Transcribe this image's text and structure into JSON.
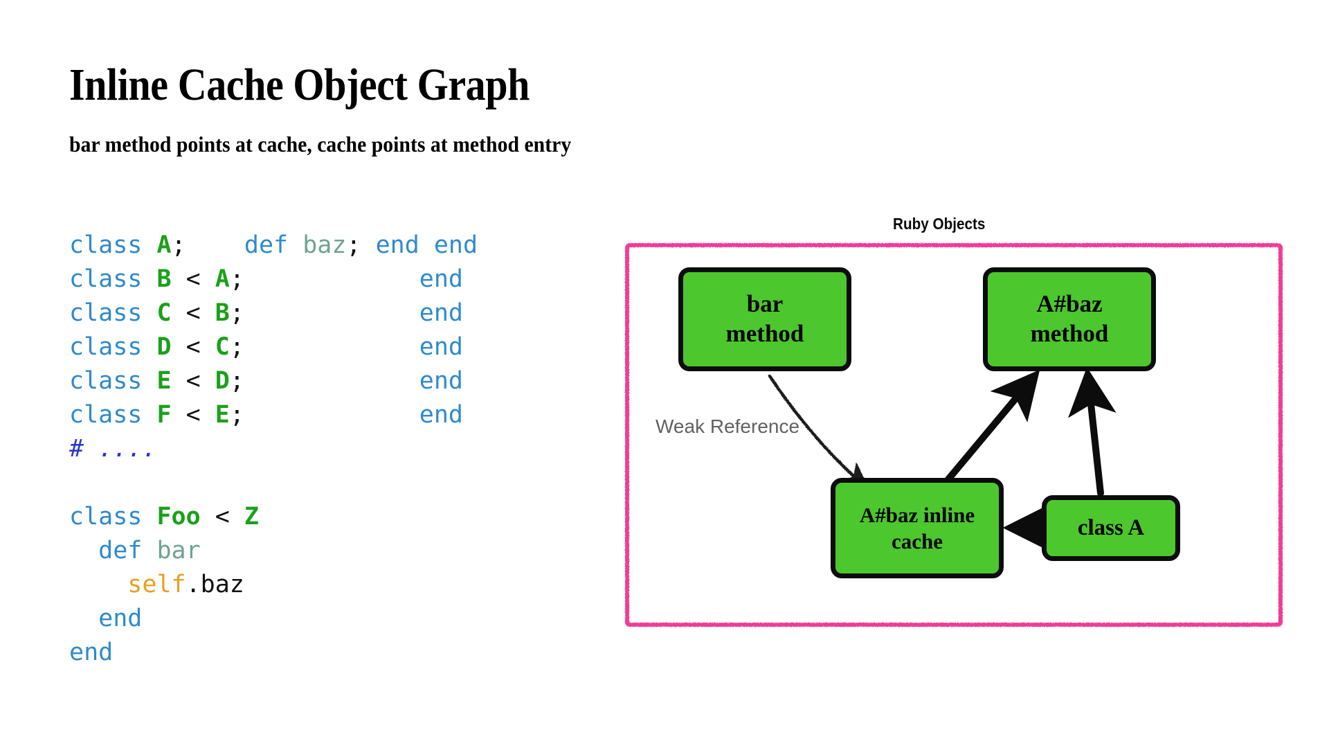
{
  "slide": {
    "title": "Inline Cache Object Graph",
    "subtitle": "bar method points at cache, cache points at method entry"
  },
  "code": {
    "language": "ruby",
    "lines": [
      [
        {
          "t": "class ",
          "c": "kw"
        },
        {
          "t": "A",
          "c": "cls"
        },
        {
          "t": ";",
          "c": "punc"
        },
        {
          "t": "    ",
          "c": "plain"
        },
        {
          "t": "def ",
          "c": "kw"
        },
        {
          "t": "baz",
          "c": "meth"
        },
        {
          "t": ";",
          "c": "punc"
        },
        {
          "t": " ",
          "c": "plain"
        },
        {
          "t": "end end",
          "c": "kw"
        }
      ],
      [
        {
          "t": "class ",
          "c": "kw"
        },
        {
          "t": "B",
          "c": "cls"
        },
        {
          "t": " < ",
          "c": "op"
        },
        {
          "t": "A",
          "c": "cls"
        },
        {
          "t": ";",
          "c": "punc"
        },
        {
          "t": "            ",
          "c": "plain"
        },
        {
          "t": "end",
          "c": "kw"
        }
      ],
      [
        {
          "t": "class ",
          "c": "kw"
        },
        {
          "t": "C",
          "c": "cls"
        },
        {
          "t": " < ",
          "c": "op"
        },
        {
          "t": "B",
          "c": "cls"
        },
        {
          "t": ";",
          "c": "punc"
        },
        {
          "t": "            ",
          "c": "plain"
        },
        {
          "t": "end",
          "c": "kw"
        }
      ],
      [
        {
          "t": "class ",
          "c": "kw"
        },
        {
          "t": "D",
          "c": "cls"
        },
        {
          "t": " < ",
          "c": "op"
        },
        {
          "t": "C",
          "c": "cls"
        },
        {
          "t": ";",
          "c": "punc"
        },
        {
          "t": "            ",
          "c": "plain"
        },
        {
          "t": "end",
          "c": "kw"
        }
      ],
      [
        {
          "t": "class ",
          "c": "kw"
        },
        {
          "t": "E",
          "c": "cls"
        },
        {
          "t": " < ",
          "c": "op"
        },
        {
          "t": "D",
          "c": "cls"
        },
        {
          "t": ";",
          "c": "punc"
        },
        {
          "t": "            ",
          "c": "plain"
        },
        {
          "t": "end",
          "c": "kw"
        }
      ],
      [
        {
          "t": "class ",
          "c": "kw"
        },
        {
          "t": "F",
          "c": "cls"
        },
        {
          "t": " < ",
          "c": "op"
        },
        {
          "t": "E",
          "c": "cls"
        },
        {
          "t": ";",
          "c": "punc"
        },
        {
          "t": "            ",
          "c": "plain"
        },
        {
          "t": "end",
          "c": "kw"
        }
      ],
      [
        {
          "t": "# ....",
          "c": "cmt"
        }
      ],
      [
        {
          "t": "",
          "c": "plain"
        }
      ],
      [
        {
          "t": "class ",
          "c": "kw"
        },
        {
          "t": "Foo",
          "c": "cls"
        },
        {
          "t": " < ",
          "c": "op"
        },
        {
          "t": "Z",
          "c": "cls"
        }
      ],
      [
        {
          "t": "  ",
          "c": "plain"
        },
        {
          "t": "def ",
          "c": "kw"
        },
        {
          "t": "bar",
          "c": "meth"
        }
      ],
      [
        {
          "t": "    ",
          "c": "plain"
        },
        {
          "t": "self",
          "c": "slf"
        },
        {
          "t": ".baz",
          "c": "plain"
        }
      ],
      [
        {
          "t": "  ",
          "c": "plain"
        },
        {
          "t": "end",
          "c": "kw"
        }
      ],
      [
        {
          "t": "end",
          "c": "kw"
        }
      ]
    ]
  },
  "diagram": {
    "frame_label": "Ruby Objects",
    "frame_color": "#EE3D96",
    "node_fill": "#4CC72D",
    "node_border": "#0C0C0C",
    "weak_reference_label": "Weak Reference",
    "weak_reference_color": "#616161",
    "nodes": [
      {
        "id": "bar-method",
        "lines": [
          "bar",
          "method"
        ]
      },
      {
        "id": "abaz-method",
        "lines": [
          "A#baz",
          "method"
        ]
      },
      {
        "id": "abaz-cache",
        "lines": [
          "A#baz inline",
          "cache"
        ]
      },
      {
        "id": "class-a",
        "lines": [
          "class A"
        ]
      }
    ],
    "edges": [
      {
        "id": "bar-method-to-cache",
        "from": "bar-method",
        "to": "abaz-cache",
        "style": "weak"
      },
      {
        "id": "cache-to-abaz-method",
        "from": "abaz-cache",
        "to": "abaz-method",
        "style": "strong"
      },
      {
        "id": "class-a-to-abaz-method",
        "from": "class-a",
        "to": "abaz-method",
        "style": "strong"
      },
      {
        "id": "class-a-to-cache",
        "from": "class-a",
        "to": "abaz-cache",
        "style": "strong"
      }
    ]
  }
}
